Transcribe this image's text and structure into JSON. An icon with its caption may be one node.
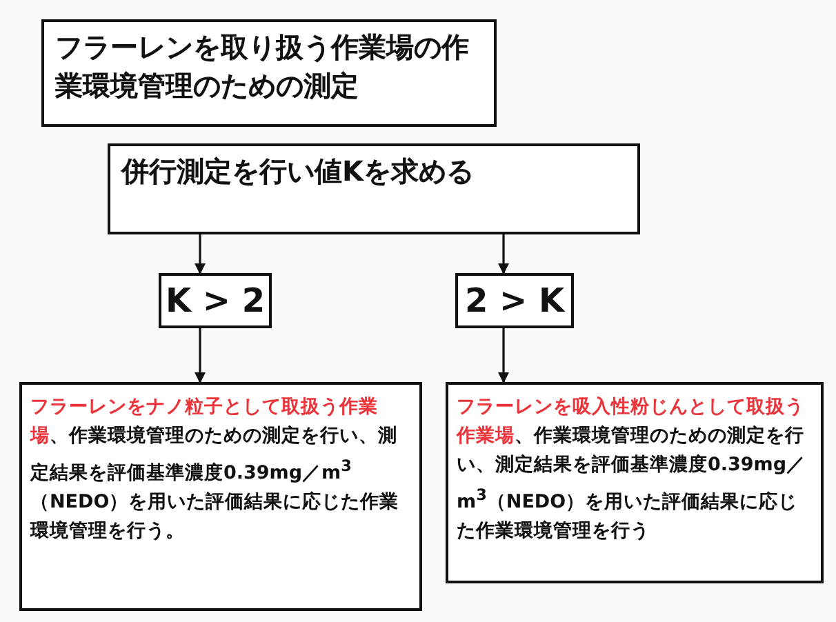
{
  "diagram": {
    "nodes": [
      {
        "text": [
          "フラーレンを取り扱う作業場の作業環境管理のための測定"
        ]
      },
      {
        "text": [
          "併行測定を行い値Kを求める"
        ]
      },
      {
        "text": [
          "K > 2"
        ]
      },
      {
        "text": [
          "2 > K"
        ]
      },
      {
        "text": [
          "フラーレンをナノ粒子として取扱う作業場",
          "、作業環境管理のための測定を行い、測定結果を評価基準濃度0.39mg／m$^{3}$（NEDO）を用いた評価結果に応じた作業環境管理を行う。"
        ]
      },
      {
        "text": [
          "フラーレンを吸入性粉じんとして取扱う作業場",
          "、作業環境管理のための測定を行い、測定結果を評価基準濃度0.39mg／m$^{3}$（NEDO）を用いた評価結果に応じた作業環境管理を行う"
        ]
      }
    ],
    "edges": [
      {
        "from": 1,
        "to": 2,
        "arrow": "to"
      },
      {
        "from": 1,
        "to": 3,
        "arrow": "to"
      },
      {
        "from": 2,
        "to": 4,
        "arrow": "to"
      },
      {
        "from": 3,
        "to": 5,
        "arrow": "to"
      }
    ]
  }
}
